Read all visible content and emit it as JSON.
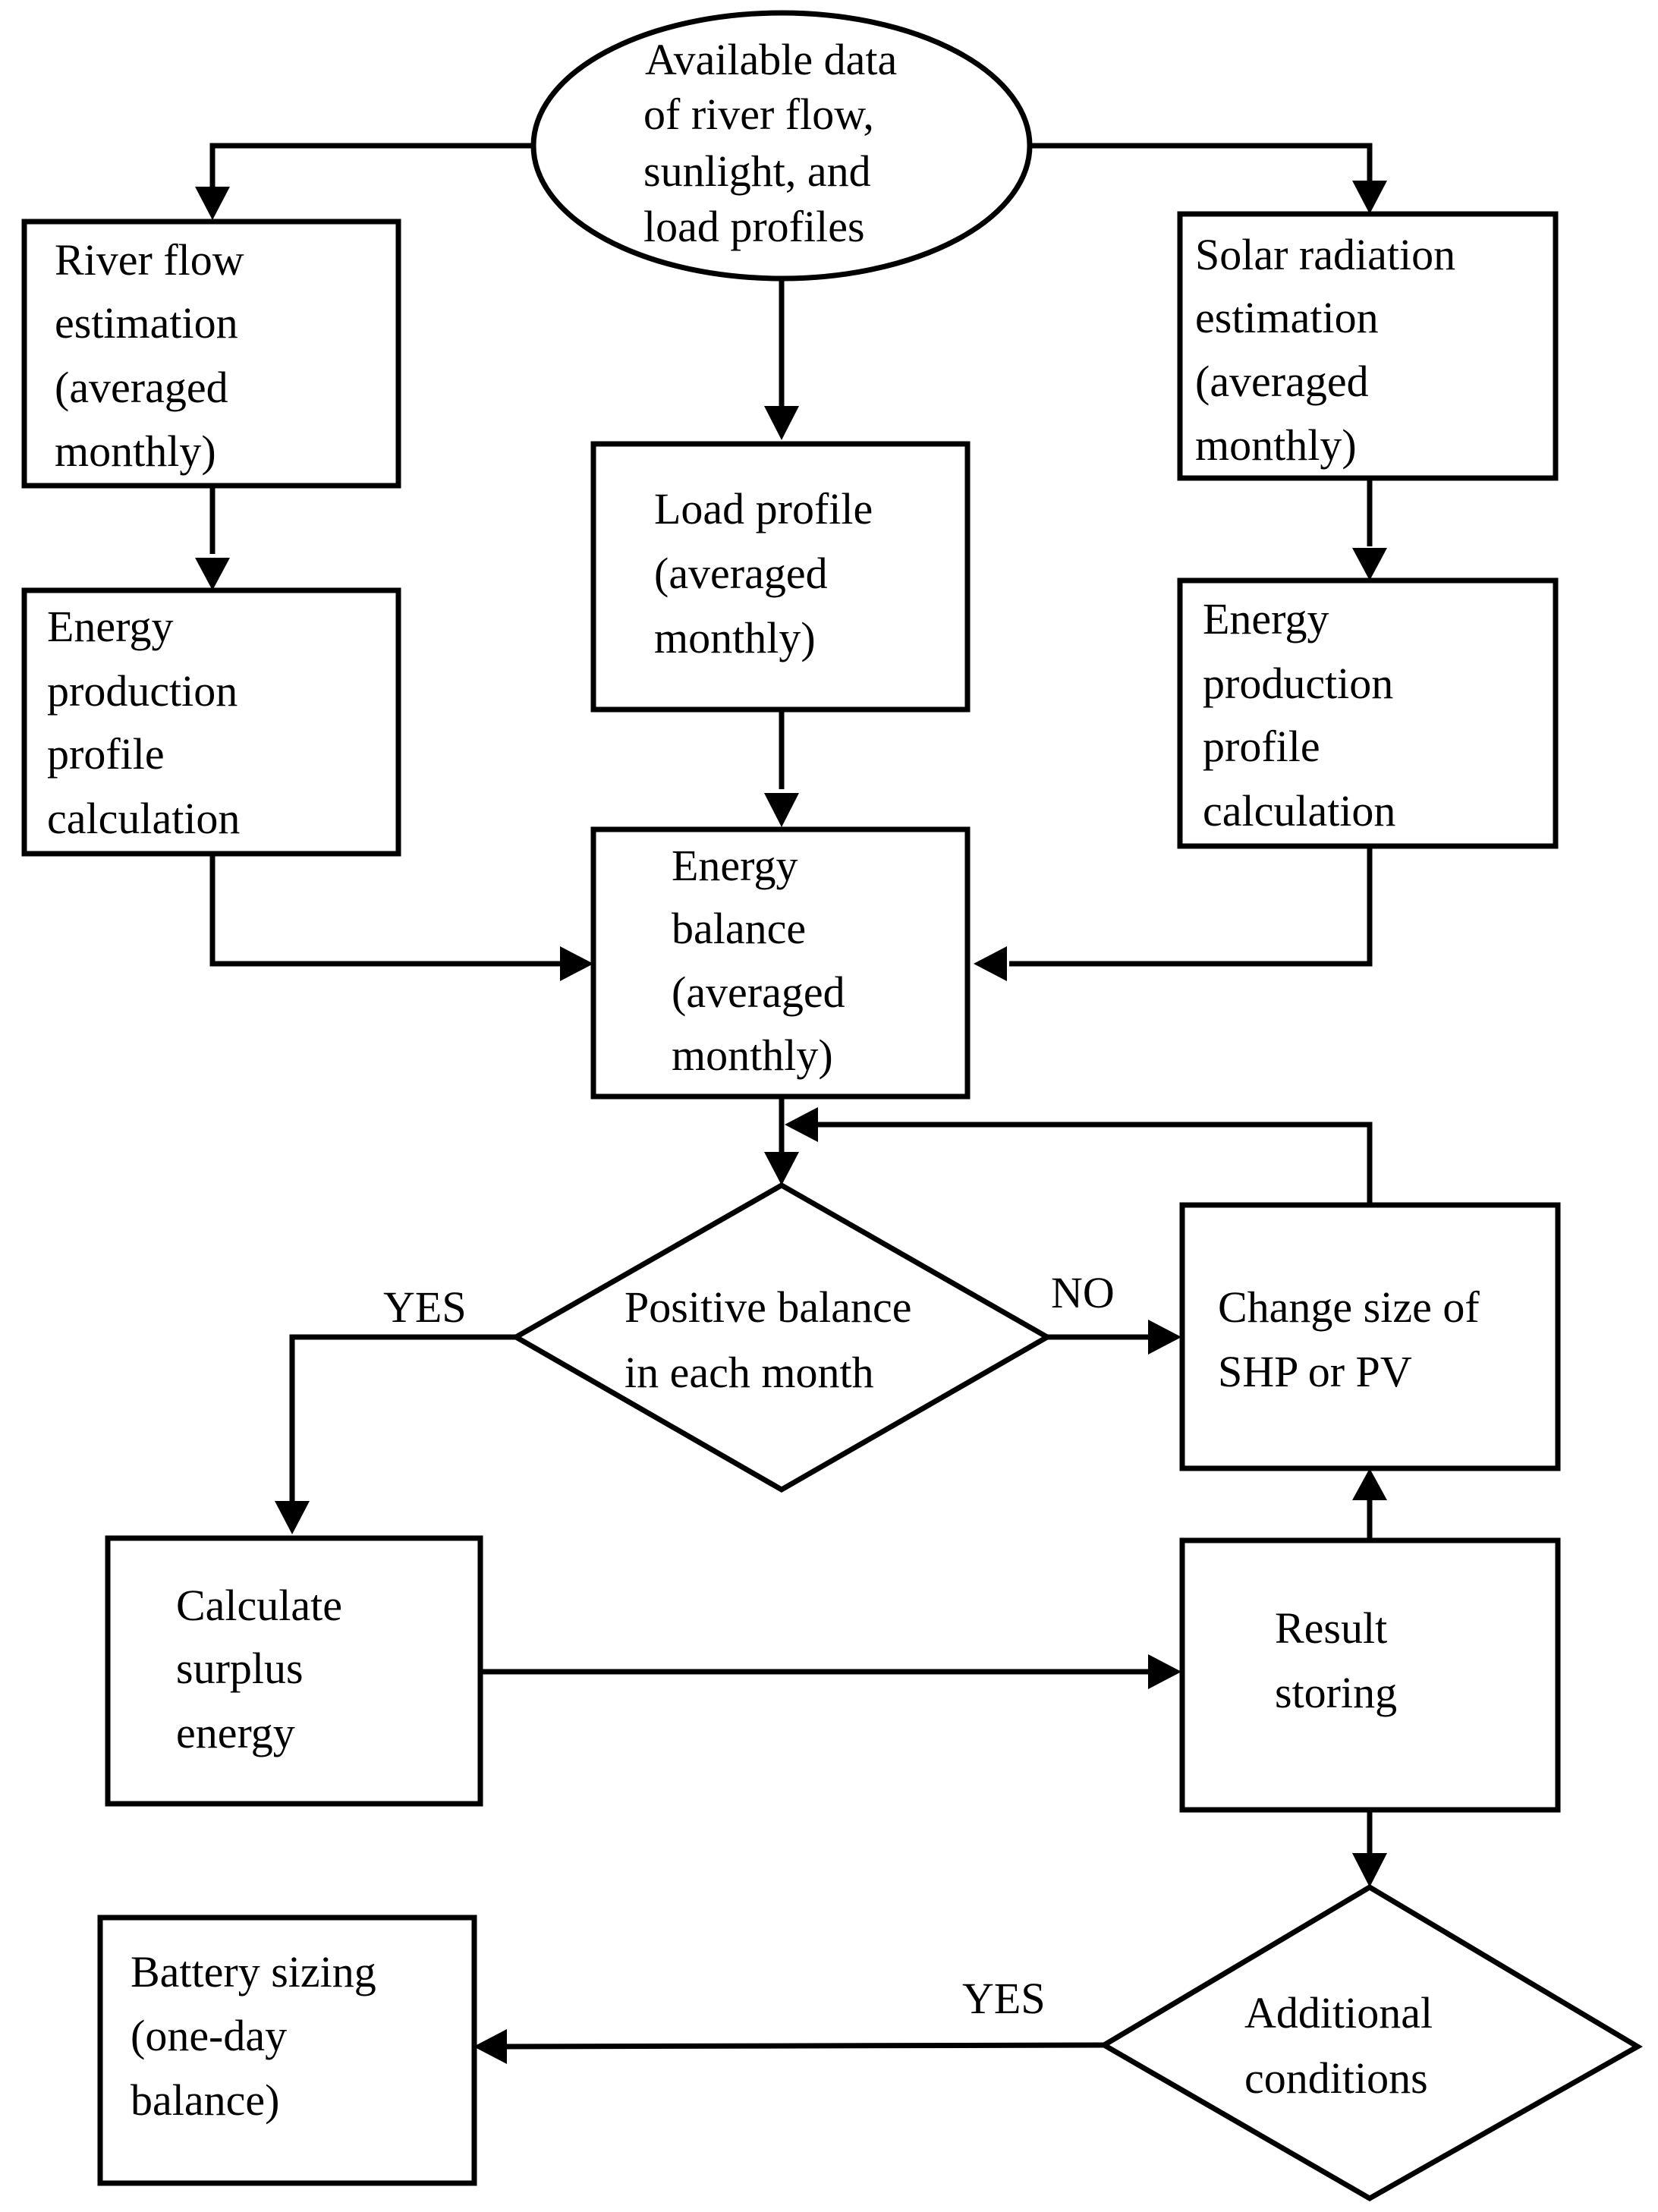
{
  "diagram": {
    "nodes": {
      "start": {
        "lines": [
          "Available data",
          "of river flow,",
          "sunlight, and",
          "load profiles"
        ]
      },
      "river": {
        "lines": [
          "River flow",
          "estimation",
          "(averaged",
          "monthly)"
        ]
      },
      "solar": {
        "lines": [
          "Solar radiation",
          "estimation",
          "(averaged",
          "monthly)"
        ]
      },
      "load": {
        "lines": [
          "Load profile",
          "(averaged",
          "monthly)"
        ]
      },
      "energy_left": {
        "lines": [
          "Energy",
          "production",
          "profile",
          "calculation"
        ]
      },
      "energy_right": {
        "lines": [
          "Energy",
          "production",
          "profile",
          "calculation"
        ]
      },
      "balance": {
        "lines": [
          "Energy",
          "balance",
          "(averaged",
          "monthly)"
        ]
      },
      "decision_positive": {
        "lines": [
          "Positive balance",
          "in each month"
        ]
      },
      "change_size": {
        "lines": [
          "Change size of",
          "SHP or PV"
        ]
      },
      "surplus": {
        "lines": [
          "Calculate",
          "surplus",
          "energy"
        ]
      },
      "result": {
        "lines": [
          "Result",
          "storing"
        ]
      },
      "decision_additional": {
        "lines": [
          "Additional",
          "conditions"
        ]
      },
      "battery": {
        "lines": [
          "Battery sizing",
          "(one-day",
          "balance)"
        ]
      }
    },
    "edge_labels": {
      "yes_positive": "YES",
      "no_positive": "NO",
      "yes_additional": "YES"
    }
  }
}
